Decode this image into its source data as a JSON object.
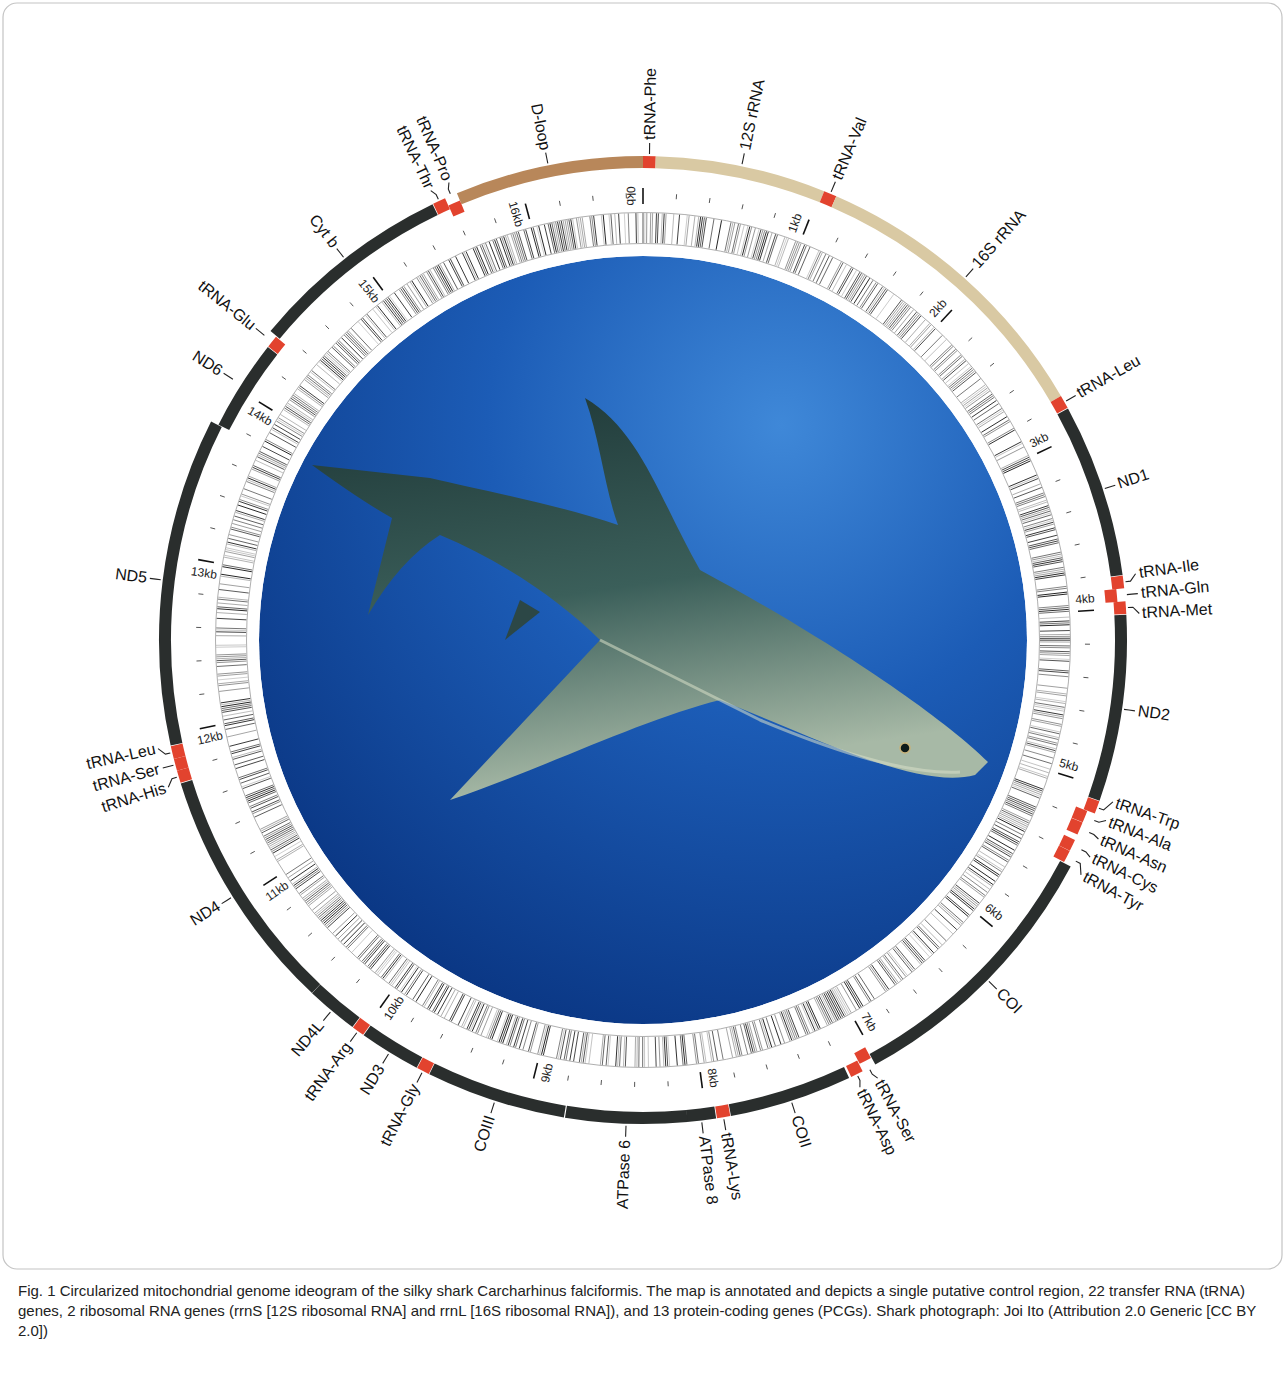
{
  "diagram": {
    "caption": "Fig. 1 Circularized mitochondrial genome ideogram of the silky shark Carcharhinus falciformis. The map is annotated and depicts a single putative control region, 22 transfer RNA (tRNA) genes, 2 ribosomal RNA genes (rrnS [12S ribosomal RNA] and rrnL [16S ribosomal RNA]), and 13 protein-coding genes (PCGs). Shark photograph: Joi Ito (Attribution 2.0 Generic [CC BY 2.0])",
    "labels": [
      "tRNA-Phe",
      "12S rRNA",
      "tRNA-Val",
      "16S rRNA",
      "tRNA-Leu",
      "ND1",
      "tRNA-Ile",
      "tRNA-Gln",
      "tRNA-Met",
      "ND2",
      "tRNA-Trp",
      "tRNA-Ala",
      "tRNA-Asn",
      "tRNA-Cys",
      "tRNA-Tyr",
      "COI",
      "tRNA-Ser",
      "tRNA-Asp",
      "COII",
      "tRNA-Lys",
      "ATPase 8",
      "ATPase 6",
      "COIII",
      "tRNA-Gly",
      "ND3",
      "tRNA-Arg",
      "ND4L",
      "ND4",
      "tRNA-His",
      "tRNA-Ser",
      "tRNA-Leu",
      "ND5",
      "ND6",
      "tRNA-Glu",
      "Cyt b",
      "tRNA-Thr",
      "tRNA-Pro",
      "D-loop",
      "0kb",
      "1kb",
      "2kb",
      "3kb",
      "4kb",
      "5kb",
      "6kb",
      "7kb",
      "8kb",
      "9kb",
      "10kb",
      "11kb",
      "12kb",
      "13kb",
      "14kb",
      "15kb",
      "16kb"
    ]
  }
}
